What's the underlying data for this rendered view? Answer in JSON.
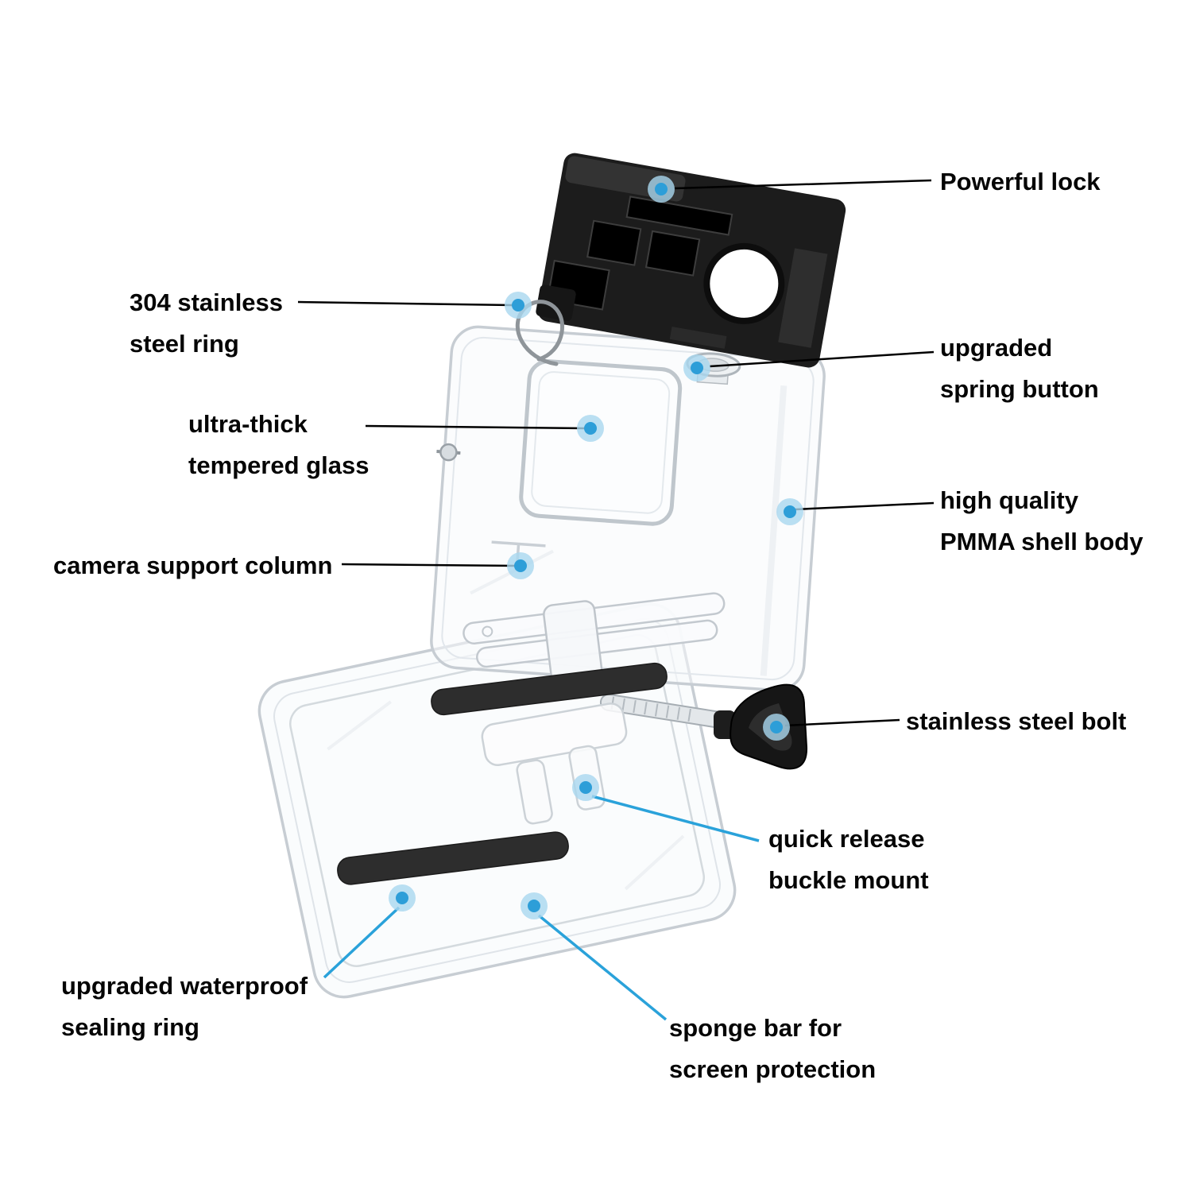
{
  "figure": {
    "type": "product-callout-diagram",
    "subject": "transparent waterproof action-camera housing, opened, with black latch lid, sponge bars and thumb-screw bolt"
  },
  "colors": {
    "background": "#ffffff",
    "marker_outer": "#a9d7ef",
    "marker_inner": "#2d9ed8",
    "leader_dark": "#000000",
    "leader_blue": "#2aa2da",
    "label_text": "#050505",
    "plastic_stroke": "#c7cdd3",
    "black_part": "#1c1c1c"
  },
  "annotations": [
    {
      "id": "powerful-lock",
      "lines": [
        "Powerful lock"
      ]
    },
    {
      "id": "stainless-ring",
      "lines": [
        "304 stainless",
        "steel ring"
      ]
    },
    {
      "id": "spring-button",
      "lines": [
        "upgraded",
        "spring button"
      ]
    },
    {
      "id": "tempered-glass",
      "lines": [
        "ultra-thick",
        "tempered glass"
      ]
    },
    {
      "id": "pmma-shell",
      "lines": [
        "high quality",
        "PMMA shell body"
      ]
    },
    {
      "id": "support-column",
      "lines": [
        "camera support column"
      ]
    },
    {
      "id": "steel-bolt",
      "lines": [
        "stainless steel bolt"
      ]
    },
    {
      "id": "buckle-mount",
      "lines": [
        "quick release",
        "buckle mount"
      ]
    },
    {
      "id": "sealing-ring",
      "lines": [
        "upgraded waterproof",
        "sealing ring"
      ]
    },
    {
      "id": "sponge-bar",
      "lines": [
        "sponge bar for",
        "screen protection"
      ]
    }
  ]
}
